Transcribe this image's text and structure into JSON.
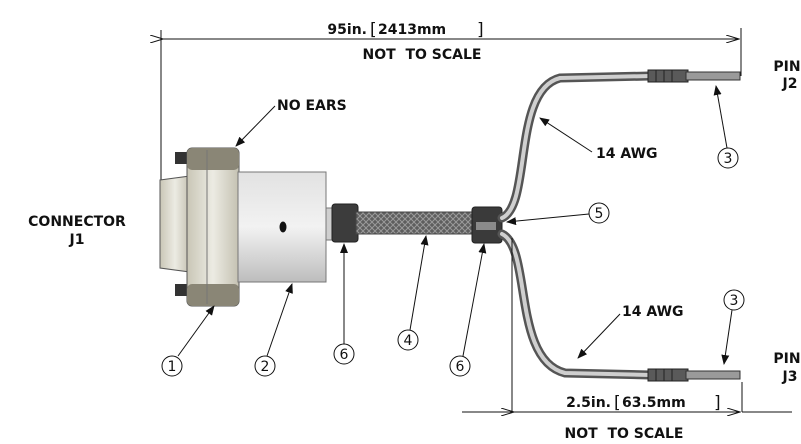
{
  "dimensions": {
    "overall_length": "95in.",
    "overall_length_metric": "2413mm",
    "overall_note": "NOT  TO SCALE",
    "breakout_length": "2.5in.",
    "breakout_length_metric": "63.5mm",
    "breakout_note": "NOT  TO SCALE"
  },
  "labels": {
    "no_ears": "NO EARS",
    "connector_line1": "CONNECTOR",
    "connector_line2": "J1",
    "pin_top_line1": "PIN",
    "pin_top_line2": "J2",
    "pin_bottom_line1": "PIN",
    "pin_bottom_line2": "J3",
    "wire_top": "14 AWG",
    "wire_bottom": "14 AWG"
  },
  "balloons": {
    "b1": "1",
    "b2": "2",
    "b3_top": "3",
    "b3_bottom": "3",
    "b4": "4",
    "b5": "5",
    "b6_left": "6",
    "b6_right": "6"
  },
  "colors": {
    "line": "#111111",
    "connector_shell": "#d9d6c8",
    "backshell": "#cfcfcf",
    "braid": "#6e6e6e",
    "wire": "#9c9c9c"
  }
}
